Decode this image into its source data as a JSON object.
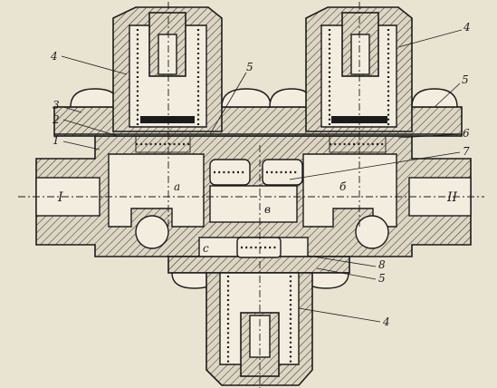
{
  "labels": {
    "l4_top_left": "4",
    "l4_top_right": "4",
    "l4_bottom": "4",
    "l5_top_center": "5",
    "l5_top_right": "5",
    "l5_bottom": "5",
    "l3": "3",
    "l2": "2",
    "l1": "1",
    "l6": "6",
    "l7": "7",
    "l8": "8",
    "port_in": "I",
    "port_out": "II",
    "cavity_a": "а",
    "cavity_b": "б",
    "cavity_v": "в",
    "cavity_c": "с"
  },
  "colors": {
    "paper": "#e9e3d2",
    "ink": "#1b1b1b",
    "cavity": "#f2eddf"
  }
}
